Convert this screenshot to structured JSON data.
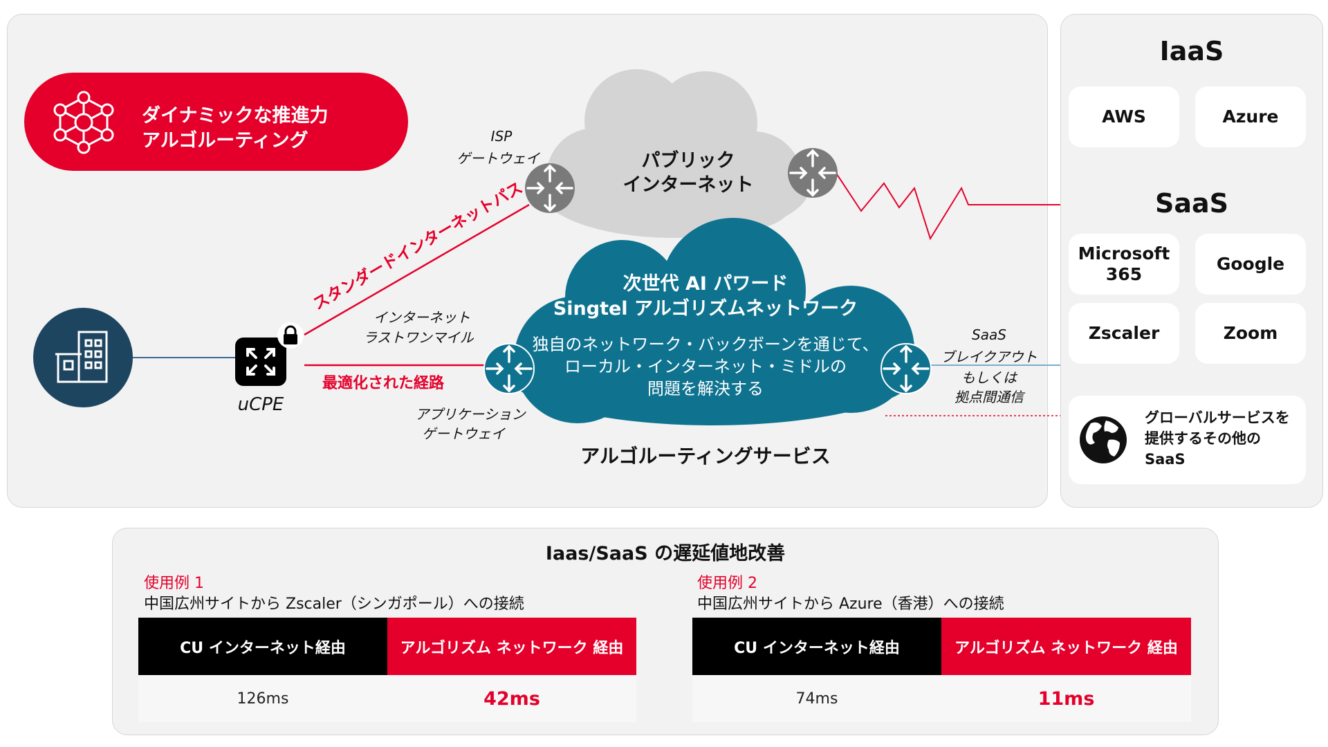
{
  "banner": {
    "line1": "ダイナミックな推進力",
    "line2": "アルゴルーティング"
  },
  "public_cloud": {
    "line1": "パブリック",
    "line2": "インターネット"
  },
  "singtel_cloud": {
    "title1": "次世代 AI パワード",
    "title2": "Singtel アルゴリズムネットワーク",
    "desc1": "独自のネットワーク・バックボーンを通じて、",
    "desc2": "ローカル・インターネット・ミドルの",
    "desc3": "問題を解決する"
  },
  "labels": {
    "isp_gw1": "ISP",
    "isp_gw2": "ゲートウェイ",
    "standard_path": "スタンダードインターネットパス",
    "last_mile1": "インターネット",
    "last_mile2": "ラストワンマイル",
    "optimized": "最適化された経路",
    "app_gw1": "アプリケーション",
    "app_gw2": "ゲートウェイ",
    "ucpe": "uCPE",
    "saas_break1": "SaaS",
    "saas_break2": "ブレイクアウト",
    "saas_break3": "もしくは",
    "saas_break4": "拠点間通信",
    "service_name": "アルゴルーティングサービス"
  },
  "services": {
    "iaas_title": "IaaS",
    "iaas": [
      "AWS",
      "Azure"
    ],
    "saas_title": "SaaS",
    "saas": [
      "Microsoft\n365",
      "Google",
      "Zscaler",
      "Zoom"
    ],
    "global_text1": "グローバルサービスを",
    "global_text2": "提供するその他の",
    "global_text3": "SaaS"
  },
  "latency": {
    "title": "Iaas/SaaS の遅延値地改善",
    "cases": [
      {
        "label": "使用例 1",
        "desc": "中国広州サイトから Zscaler（シンガポール）への接続",
        "col1": "CU インターネット経由",
        "col2": "アルゴリズム ネットワーク 経由",
        "val1": "126ms",
        "val2": "42ms"
      },
      {
        "label": "使用例 2",
        "desc": "中国広州サイトから Azure（香港）への接続",
        "col1": "CU インターネット経由",
        "col2": "アルゴリズム ネットワーク 経由",
        "val1": "74ms",
        "val2": "11ms"
      }
    ]
  },
  "colors": {
    "red": "#e4002b",
    "navy": "#1e4560",
    "teal": "#0f7390",
    "gray_cloud": "#d4d4d4",
    "router_gray": "#7a7a7a"
  },
  "icons": [
    "network-icon",
    "building-icon",
    "router-icon",
    "lock-icon",
    "globe-icon"
  ]
}
